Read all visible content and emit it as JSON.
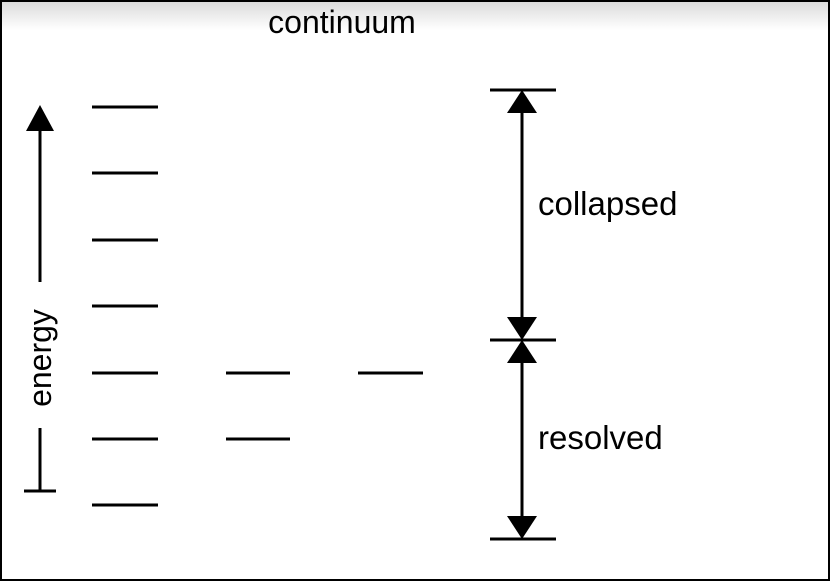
{
  "diagram": {
    "title": "continuum",
    "energy_axis_label": "energy",
    "ranges": [
      {
        "label": "collapsed"
      },
      {
        "label": "resolved"
      }
    ],
    "level_columns": [
      {
        "level_count": 7
      },
      {
        "level_count": 2
      },
      {
        "level_count": 1
      }
    ]
  }
}
